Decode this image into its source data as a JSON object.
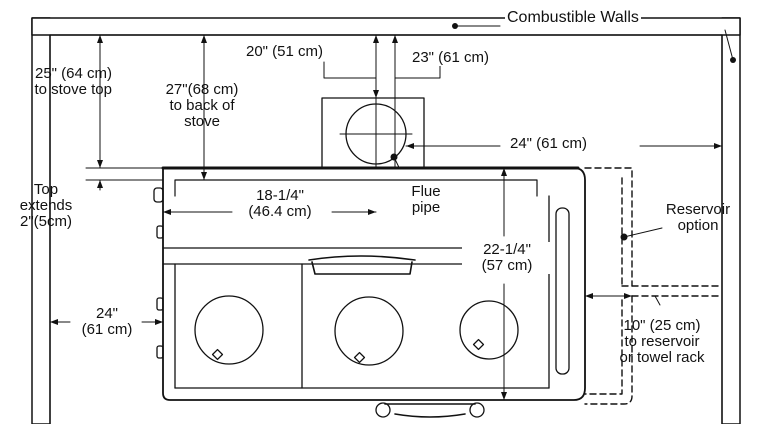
{
  "walls": {
    "label": "Combustible Walls"
  },
  "clearances": {
    "stove_top": {
      "line1": "25\" (64 cm)",
      "line2": "to stove top"
    },
    "back_of_stove": {
      "line1": "27\"(68 cm)",
      "line2": "to back of",
      "line3": "stove"
    },
    "flue_left": "20\" (51 cm)",
    "flue_right": "23\" (61 cm)",
    "side_right": "24\" (61 cm)",
    "top_extends": {
      "line1": "Top",
      "line2": "extends",
      "line3": "2\"(5cm)"
    },
    "flue_center": {
      "line1": "18-1/4\"",
      "line2": "(46.4 cm)"
    },
    "depth": {
      "line1": "22-1/4\"",
      "line2": "(57 cm)"
    },
    "side_left": {
      "line1": "24\"",
      "line2": "(61 cm)"
    },
    "reservoir_gap": {
      "line1": "10\" (25 cm)",
      "line2": "to reservoir",
      "line3": "or towel rack"
    }
  },
  "parts": {
    "flue_pipe": {
      "line1": "Flue",
      "line2": "pipe"
    },
    "reservoir": {
      "line1": "Reservoir",
      "line2": "option"
    }
  }
}
